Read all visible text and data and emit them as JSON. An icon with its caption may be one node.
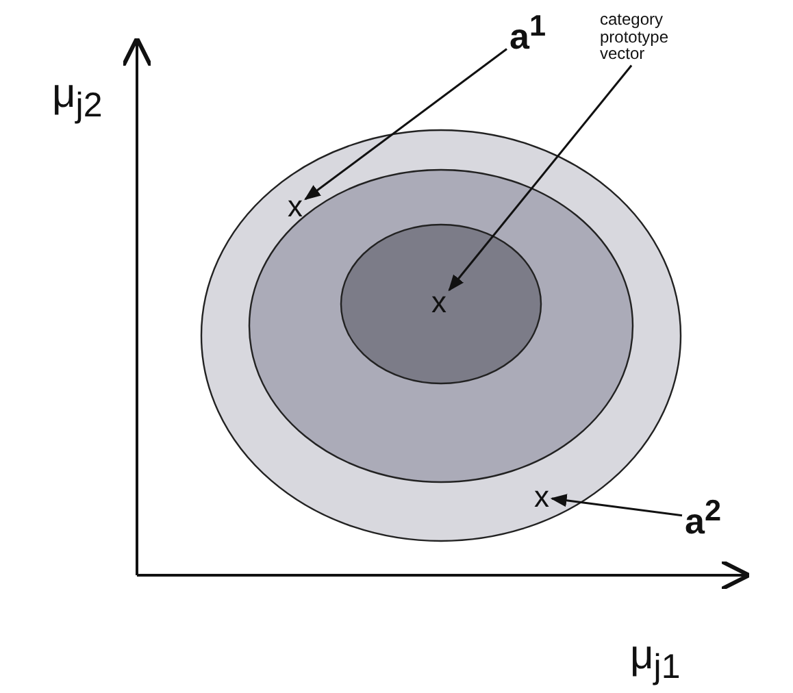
{
  "diagram": {
    "nodes": [
      {
        "text": [
          "a$^{1}$"
        ]
      },
      {
        "text": [
          "x"
        ]
      },
      {
        "text": [
          "category prototype vector"
        ]
      },
      {
        "text": [
          "x"
        ]
      },
      {
        "text": [
          "a$^{2}$"
        ]
      },
      {
        "text": [
          "x"
        ]
      }
    ],
    "edges": [
      {
        "from": 0,
        "to": 1,
        "arrow": "to"
      },
      {
        "from": 2,
        "to": 3,
        "arrow": "to"
      },
      {
        "from": 4,
        "to": 5,
        "arrow": "to"
      }
    ],
    "labels": [
      "μ$_{j2}$",
      "μ$_{j1}$"
    ]
  }
}
